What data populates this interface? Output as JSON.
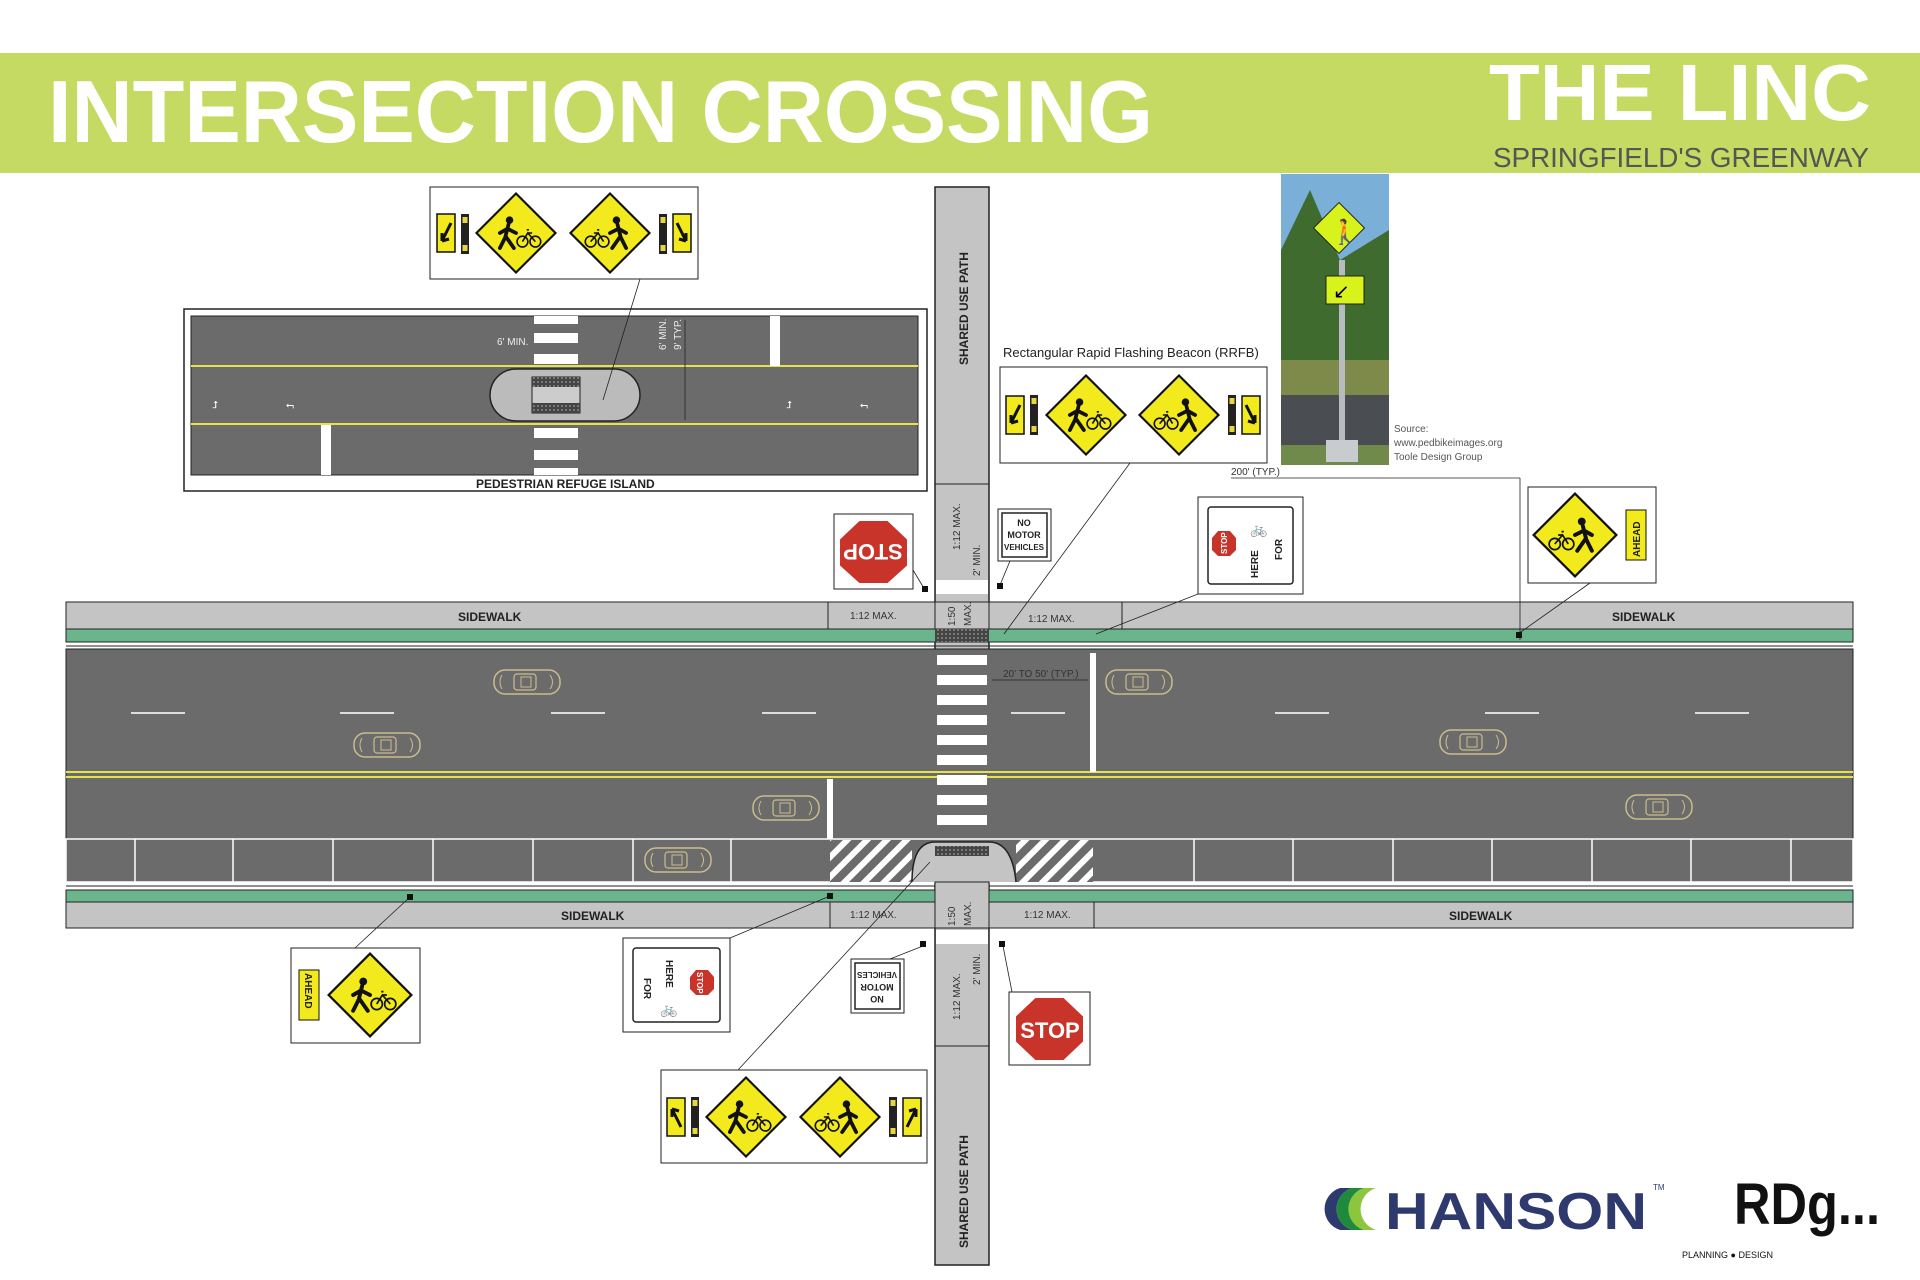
{
  "header": {
    "title": "INTERSECTION CROSSING",
    "brand": "THE LINC",
    "subtitle": "SPRINGFIELD'S GREENWAY"
  },
  "colors": {
    "header_band": "#c5da62",
    "road": "#6b6b6b",
    "sidewalk": "#c4c4c4",
    "buffer_green": "#6ab58c",
    "center_line": "#e8e24a",
    "sign_yellow": "#f2ea1c",
    "stop_red": "#c9342a",
    "hanson_blue": "#2e3a6e"
  },
  "refuge_island": {
    "caption": "PEDESTRIAN REFUGE ISLAND",
    "dim_width": "6' MIN.",
    "dim_depth_1": "6' MIN.",
    "dim_depth_2": "9' TYP."
  },
  "path": {
    "label": "SHARED USE PATH"
  },
  "rrfb": {
    "caption": "Rectangular Rapid Flashing Beacon (RRFB)"
  },
  "photo": {
    "source_1": "Source:",
    "source_2": "www.pedbikeimages.org",
    "source_3": "Toole Design Group"
  },
  "dimensions": {
    "spacing": "200' (TYP.)",
    "ramp": "1:12 MAX.",
    "landing": "1:50",
    "landing_2": "MAX.",
    "gap": "2' MIN.",
    "stop_bar": "20' TO 50' (TYP.)"
  },
  "sidewalk": {
    "label": "SIDEWALK"
  },
  "signs": {
    "stop": "STOP",
    "no": "NO",
    "motor": "MOTOR",
    "vehicles": "VEHICLES",
    "here": "HERE",
    "for": "FOR",
    "ahead": "AHEAD"
  },
  "logos": {
    "hanson": "HANSON",
    "hanson_tm": "TM",
    "rdg": "RDg...",
    "rdg_sub": "PLANNING ● DESIGN"
  }
}
